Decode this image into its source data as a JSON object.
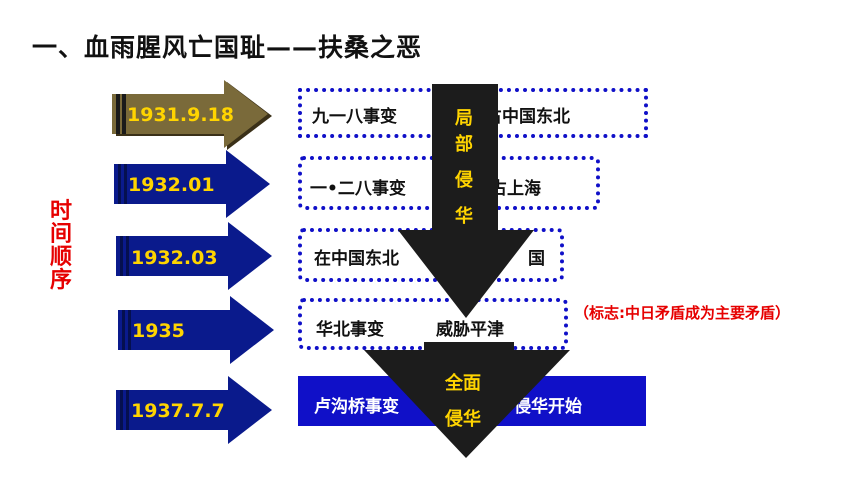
{
  "title": "一、血雨腥风亡国耻——扶桑之恶",
  "side_label": [
    "时",
    "间",
    "顺",
    "序"
  ],
  "events": [
    {
      "date": "1931.9.18",
      "text_left": "九一八事变",
      "text_right": "占中国东北"
    },
    {
      "date": "1932.01",
      "text_left": "一•二八事变",
      "text_right": "占上海"
    },
    {
      "date": "1932.03",
      "text_left": "在中国东北",
      "text_right": "国"
    },
    {
      "date": "1935",
      "text_left": "华北事变",
      "text_right": "威胁平津"
    },
    {
      "date": "1937.7.7",
      "text_left": "卢沟桥事变",
      "text_right": "侵华开始"
    }
  ],
  "note": "（标志:中日矛盾成为主要矛盾）",
  "big_arrows": {
    "upper": [
      "局",
      "部",
      "侵",
      "华"
    ],
    "lower": [
      "全面",
      "侵华"
    ]
  },
  "colors": {
    "arrow_fill": "#0a1a8c",
    "date_text": "#ffd400",
    "box_border": "#1010c8",
    "note": "#e60000",
    "big_arrow": "#1c1c1c"
  }
}
